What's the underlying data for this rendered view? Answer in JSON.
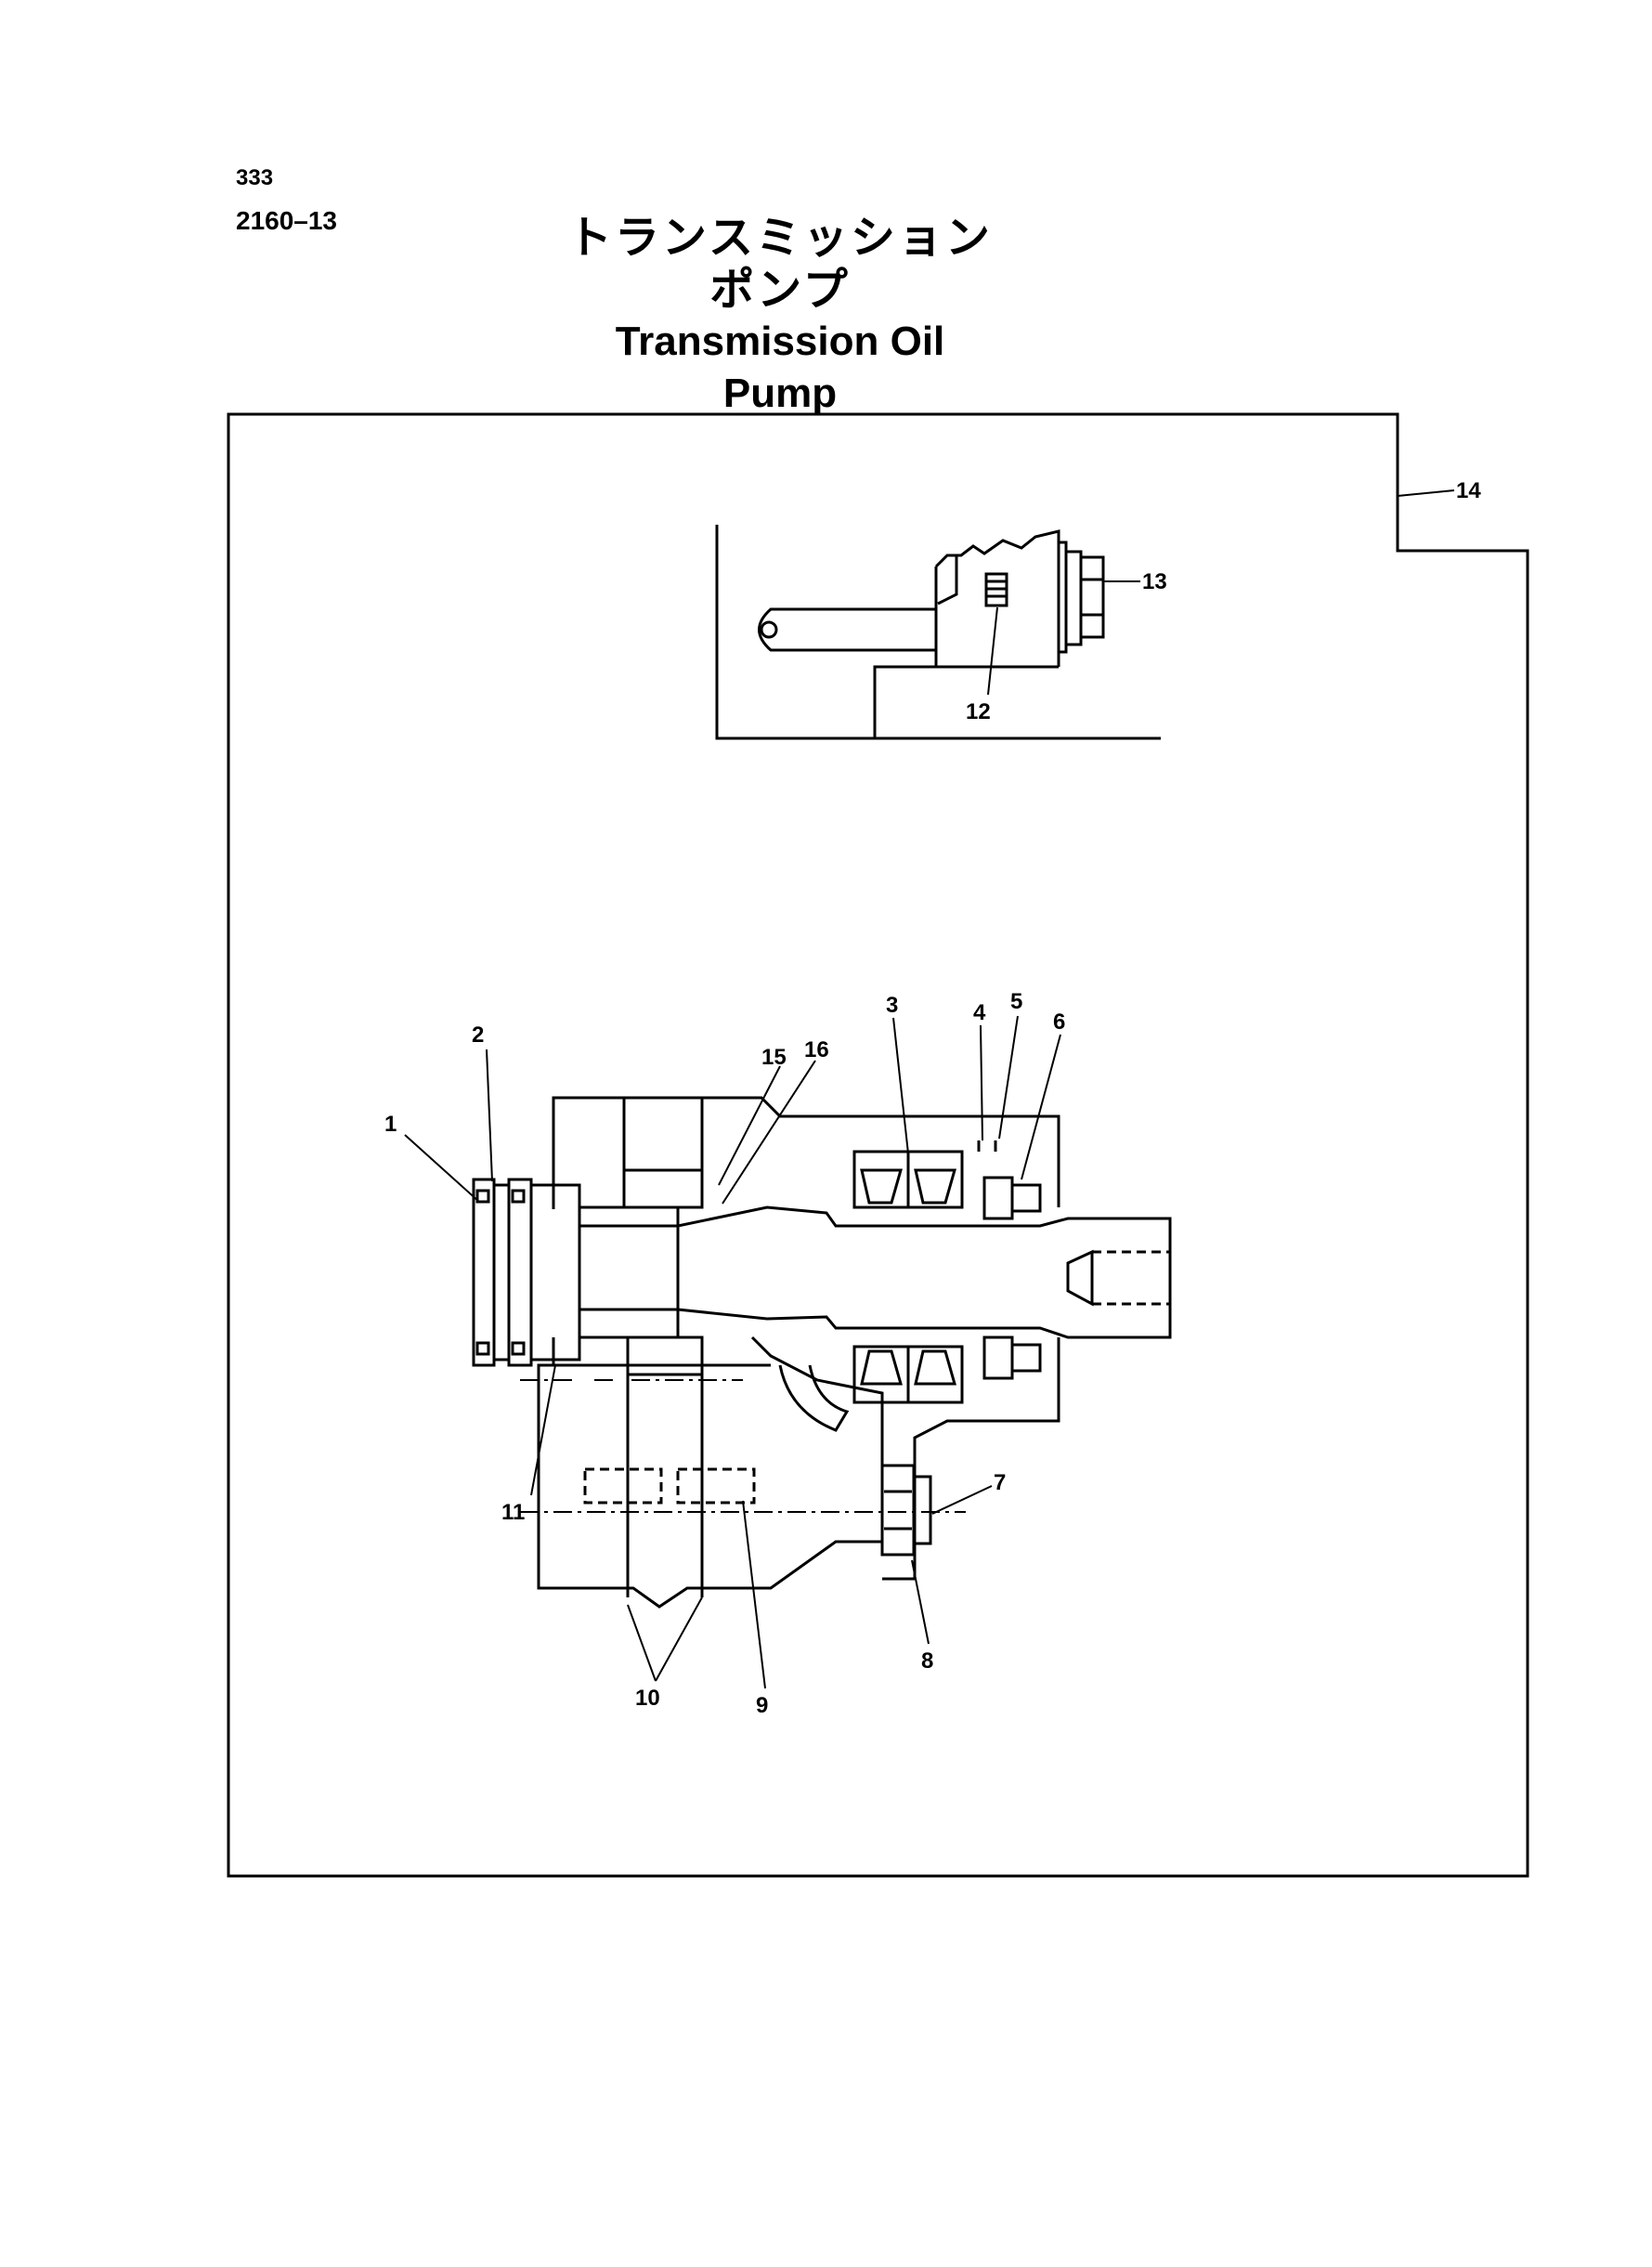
{
  "header": {
    "page_number": "333",
    "part_code": "2160–13",
    "title_jp": "トランスミッションポンプ",
    "title_en": "Transmission Oil Pump"
  },
  "callouts": {
    "c1": "1",
    "c2": "2",
    "c3": "3",
    "c4": "4",
    "c5": "5",
    "c6": "6",
    "c7": "7",
    "c8": "8",
    "c9": "9",
    "c10": "10",
    "c11": "11",
    "c12": "12",
    "c13": "13",
    "c14": "14",
    "c15": "15",
    "c16": "16"
  }
}
